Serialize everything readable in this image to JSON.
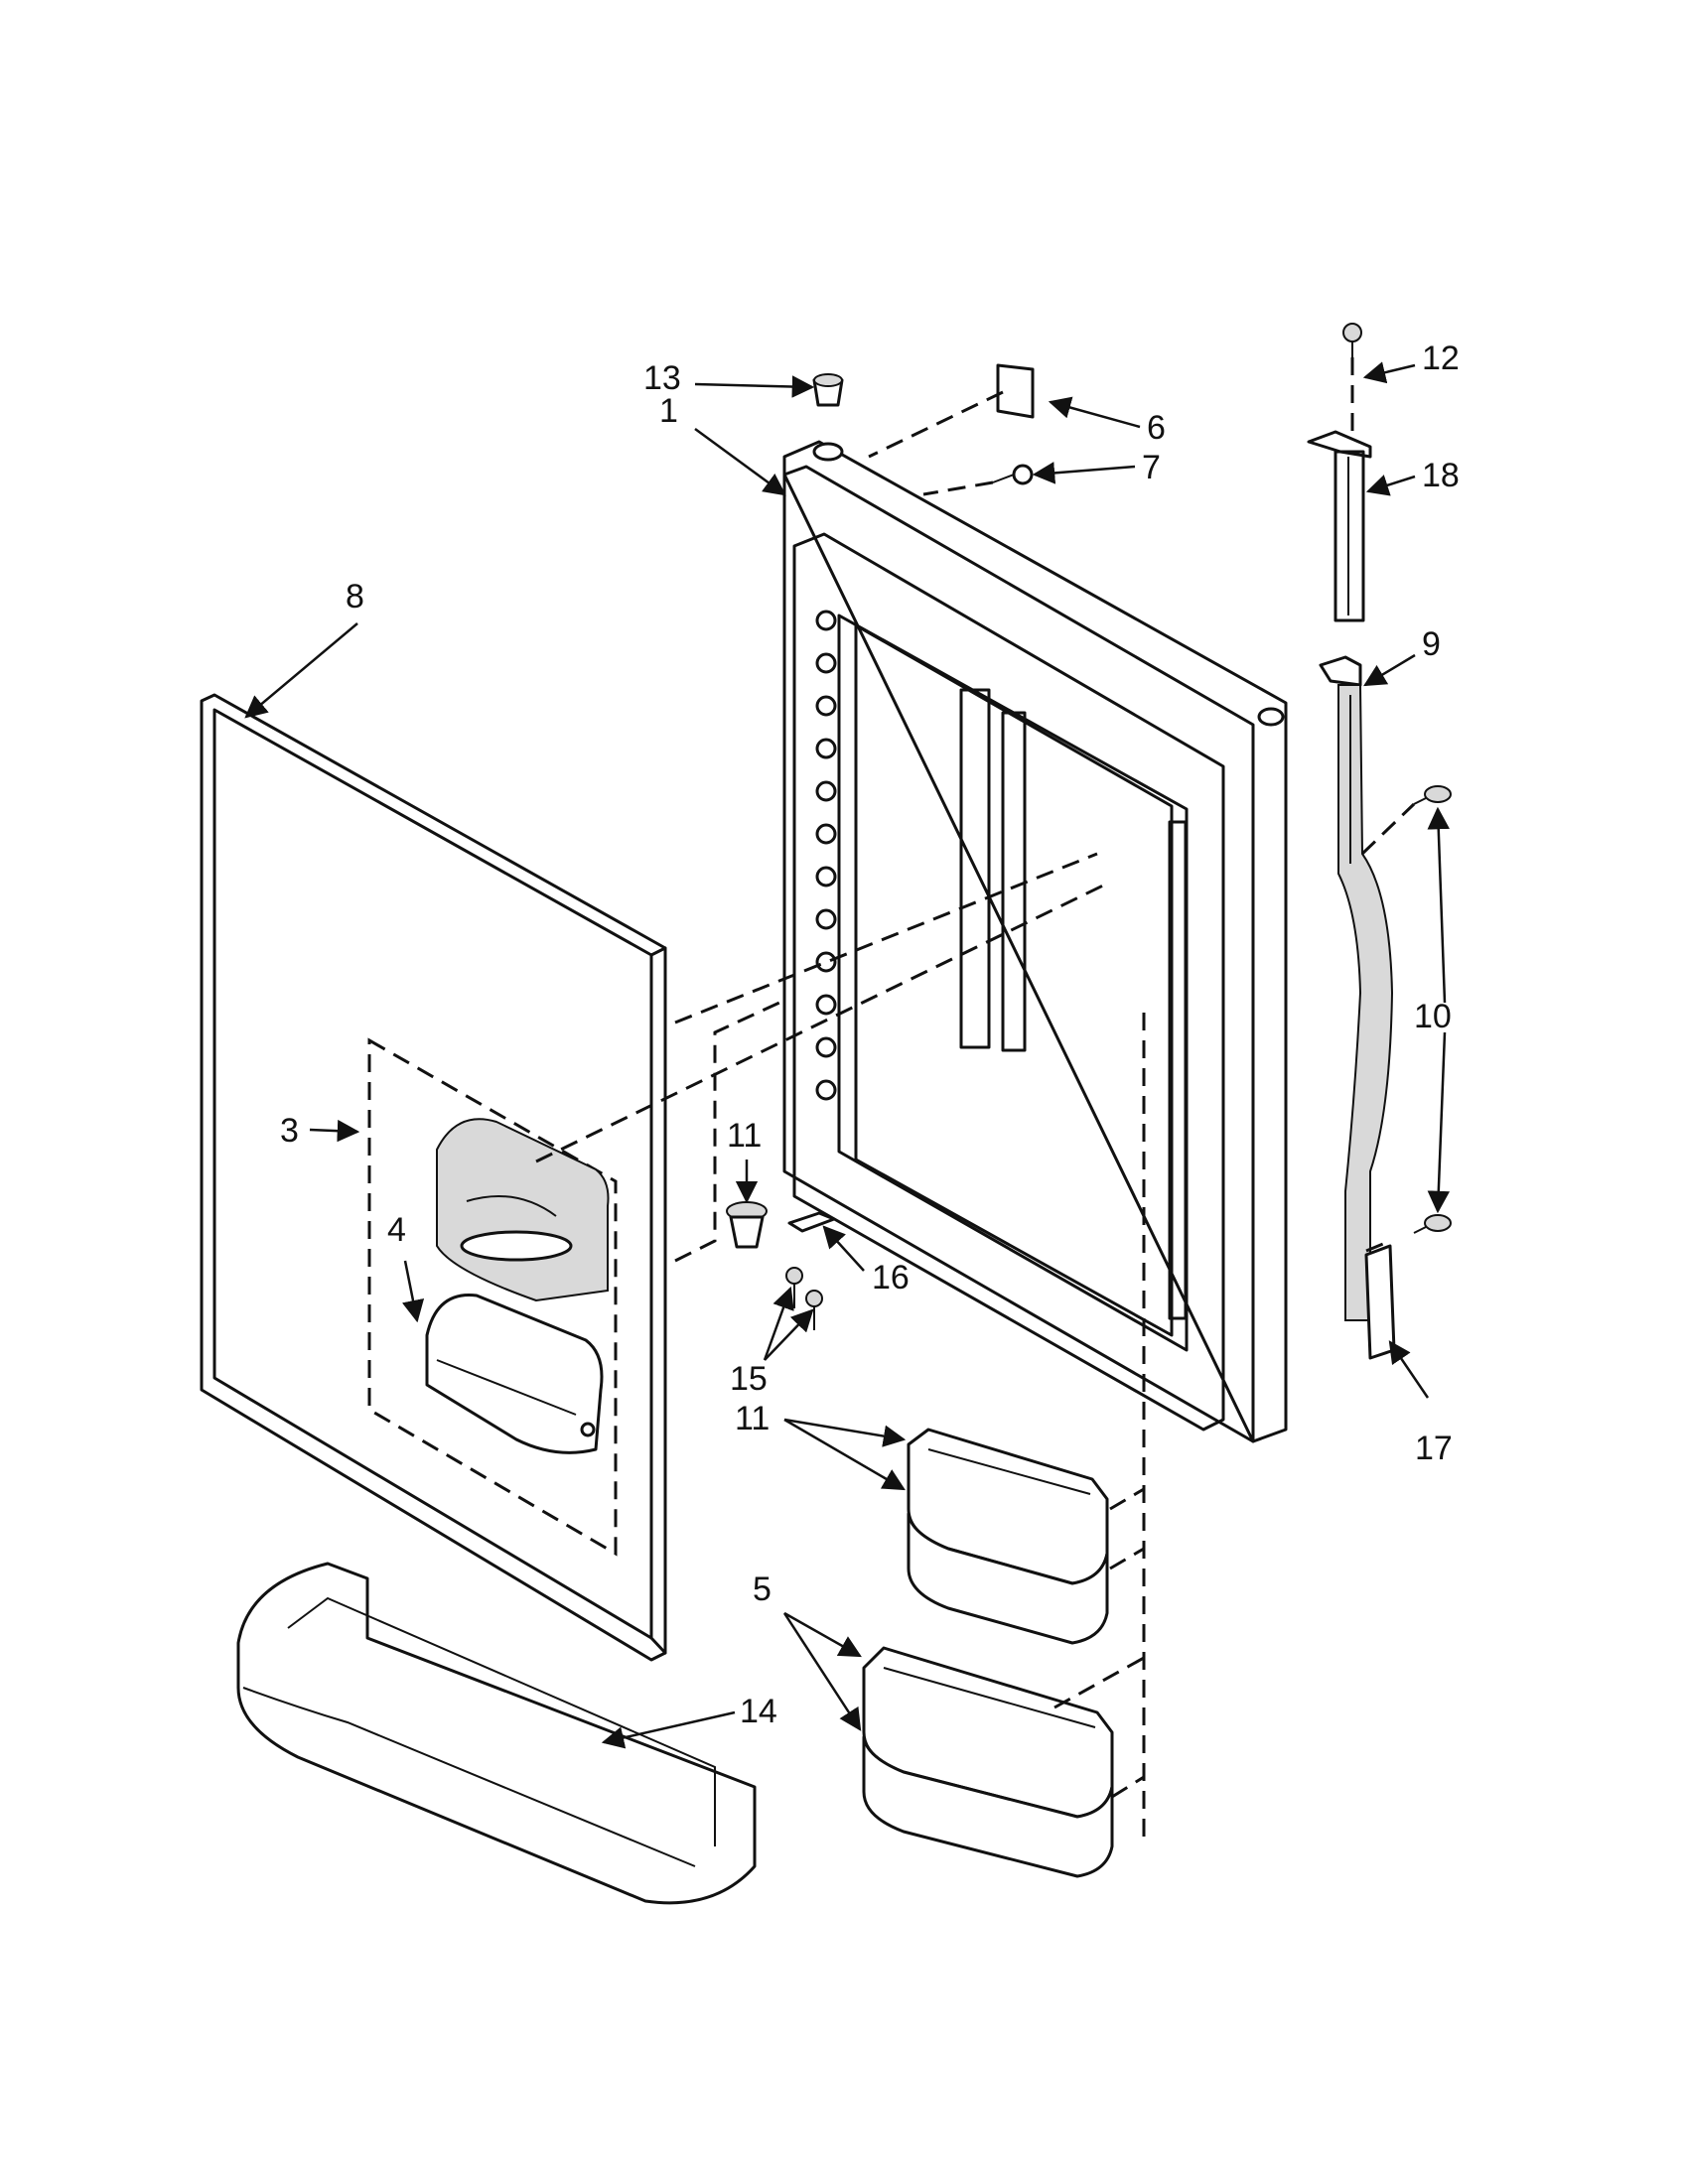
{
  "callouts": [
    "1",
    "3",
    "4",
    "5",
    "6",
    "7",
    "8",
    "9",
    "10",
    "11",
    "11",
    "12",
    "13",
    "14",
    "15",
    "16",
    "17",
    "18"
  ],
  "colors": {
    "ink": "#111111",
    "paper": "#ffffff",
    "shade": "#d9d9d9"
  }
}
